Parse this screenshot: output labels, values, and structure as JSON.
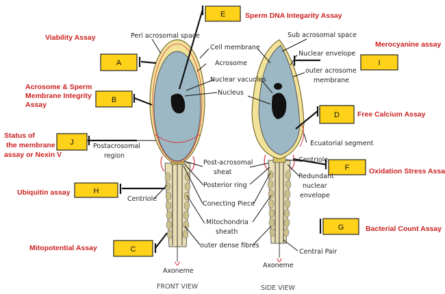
{
  "assays": {
    "sperm_dna": "Sperm DNA Integarity Assay",
    "viability": "Viability Assay",
    "merocyanine": "Merocyanine  assay",
    "acrosome_line1": "Acrosome & Sperm",
    "acrosome_line2": "Membrane Integrity",
    "acrosome_line3": "Assay",
    "free_calcium": "Free Calcium Assay",
    "status_line1": "Status of",
    "status_line2": "the membrane",
    "status_line3": "assay or Nexin V",
    "ubiquitin": "Ubiquitin assay",
    "oxidation": "Oxidation Stress Assay",
    "bacterial": "Bacterial Count Assay",
    "mitopotential": "Mitopotential Assay"
  },
  "boxes": {
    "A": "A",
    "B": "B",
    "C": "C",
    "D": "D",
    "E": "E",
    "F": "F",
    "G": "G",
    "H": "H",
    "I": "I",
    "J": "J"
  },
  "labels": {
    "peri_acrosomal": "Peri acrosomal space",
    "cell_membrane": "Cell membrane",
    "acrosome": "Acrosome",
    "nuclear_vacuoles": "Nuclear vacuoles",
    "nucleus": "Nucleus",
    "postacrosomal_1": "Postacrosomal",
    "postacrosomal_2": "region",
    "post_acrosomal_sheat_1": "Post-acrosomal",
    "post_acrosomal_sheat_2": "sheat",
    "posterior_ring": "Posterior ring",
    "centriole_left": "Centriole",
    "conecting_piece": "Conecting Piece",
    "mitochondria_1": "Mitochondria",
    "mitochondria_2": "sheath",
    "outer_dense": "outer dense fibres",
    "axoneme_left": "Axoneme",
    "sub_acrosomal": "Sub acrosomal space",
    "nuclear_envelope": "Nuclear envelope",
    "outer_acrosome_1": "outer acrosome",
    "outer_acrosome_2": "membrane",
    "ecuatorial": "Ecuatorial segment",
    "centriole_right": "Centriole",
    "redundant_1": "Redundant",
    "redundant_2": "nuclear",
    "redundant_3": "envelope",
    "central_pair": "Central Pair",
    "axoneme_right": "Axoneme"
  },
  "views": {
    "front": "FRONT VIEW",
    "side": "SIDE VIEW"
  },
  "colors": {
    "assay_text": "#cc1f1f",
    "box_fill": "#ffd21a",
    "head_fill": "#9cb8c4",
    "acrosome_cap": "#f2e39a",
    "nucleus_dark": "#111111",
    "tail_fill": "#e6dcb0",
    "red_line": "#d9363e"
  }
}
